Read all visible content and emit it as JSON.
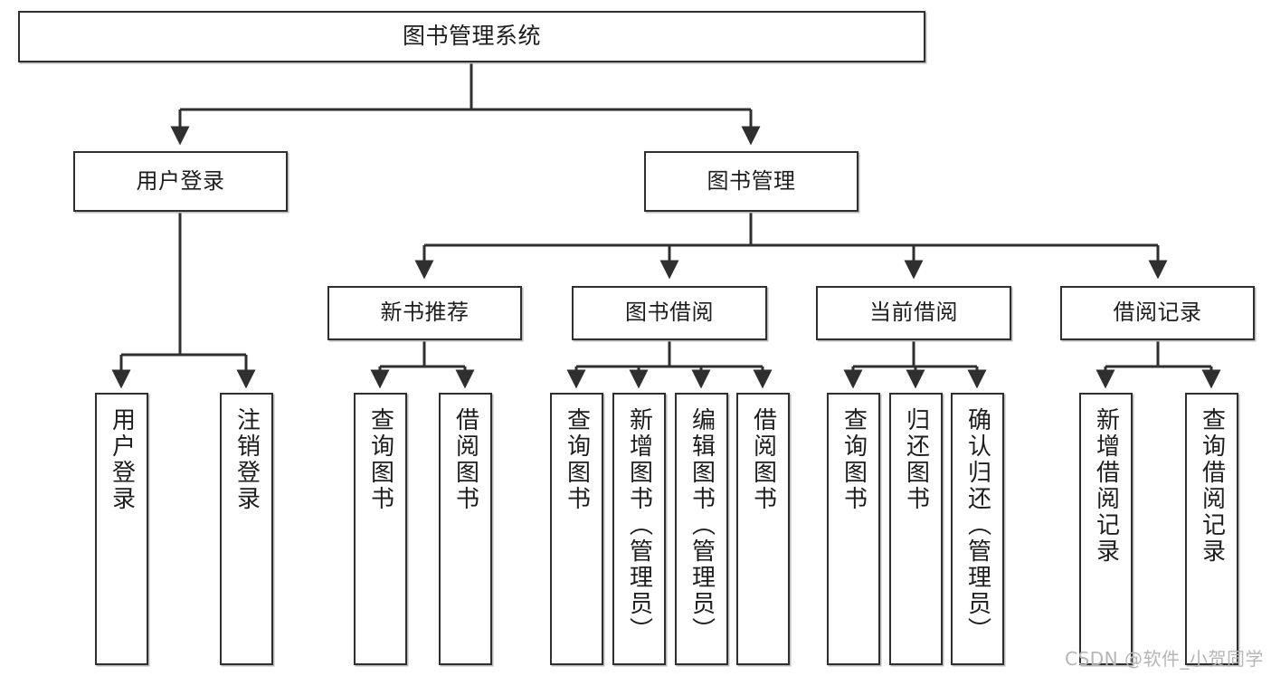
{
  "diagram": {
    "type": "tree-hierarchy",
    "title": "图书管理系统",
    "orientation": "top-down",
    "colors": {
      "box_border": "#2f2f2f",
      "box_fill": "#ffffff",
      "edge": "#2f2f2f",
      "text": "#1d1d1d",
      "watermark": "#b6b6b6",
      "canvas": "#ffffff"
    },
    "watermark": "CSDN @软件_小贺同学",
    "nodes": {
      "root": {
        "label": "图书管理系统"
      },
      "tier2": [
        {
          "id": "user-login",
          "label": "用户登录"
        },
        {
          "id": "book-manage",
          "label": "图书管理"
        }
      ],
      "tier3": [
        {
          "id": "new-book-recommend",
          "label": "新书推荐"
        },
        {
          "id": "book-borrow",
          "label": "图书借阅"
        },
        {
          "id": "current-borrow",
          "label": "当前借阅"
        },
        {
          "id": "borrow-record",
          "label": "借阅记录"
        }
      ],
      "leaves": {
        "user_login": [
          {
            "id": "leaf-user-login",
            "label": "用户登录"
          },
          {
            "id": "leaf-logout-login",
            "label": "注销登录"
          }
        ],
        "new_book_recommend": [
          {
            "id": "leaf-query-book-1",
            "label": "查询图书"
          },
          {
            "id": "leaf-borrow-book-1",
            "label": "借阅图书"
          }
        ],
        "book_borrow": [
          {
            "id": "leaf-query-book-2",
            "label": "查询图书"
          },
          {
            "id": "leaf-add-book",
            "label": "新增图书（管理员）"
          },
          {
            "id": "leaf-edit-book",
            "label": "编辑图书（管理员）"
          },
          {
            "id": "leaf-borrow-book-2",
            "label": "借阅图书"
          }
        ],
        "current_borrow": [
          {
            "id": "leaf-query-book-3",
            "label": "查询图书"
          },
          {
            "id": "leaf-return-book",
            "label": "归还图书"
          },
          {
            "id": "leaf-confirm-return",
            "label": "确认归还（管理员）"
          }
        ],
        "borrow_record": [
          {
            "id": "leaf-add-record",
            "label": "新增借阅记录"
          },
          {
            "id": "leaf-query-record",
            "label": "查询借阅记录"
          }
        ]
      }
    }
  }
}
